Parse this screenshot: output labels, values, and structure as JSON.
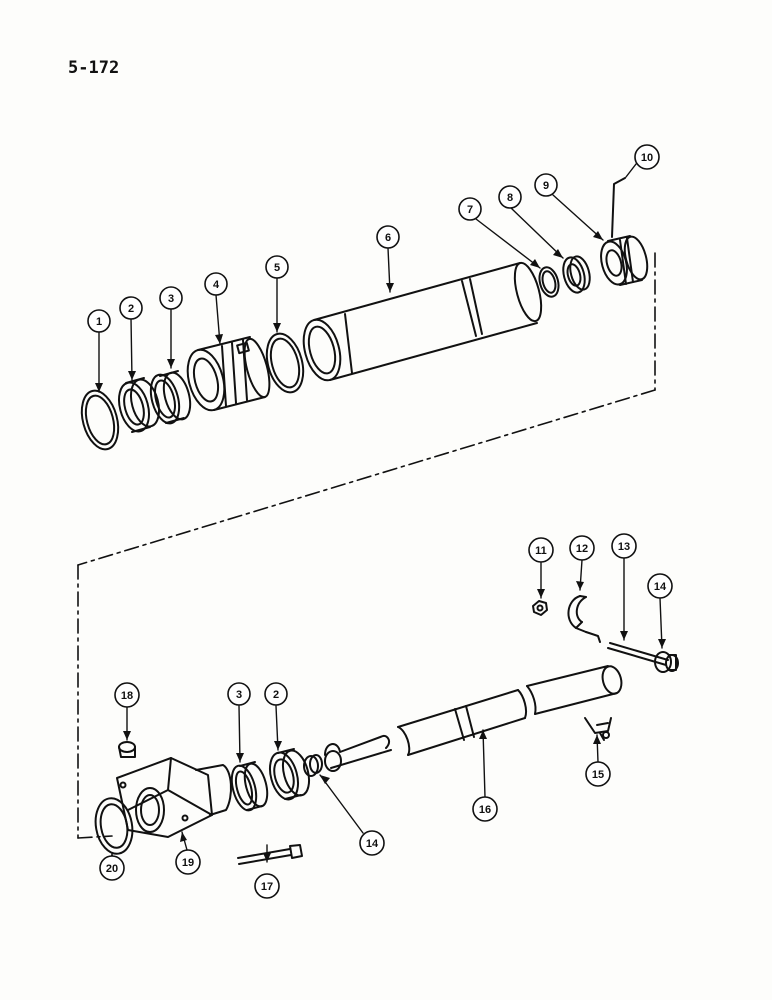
{
  "page_number": "5-172",
  "callouts": [
    {
      "id": "c1",
      "label": "1"
    },
    {
      "id": "c2",
      "label": "2"
    },
    {
      "id": "c3",
      "label": "3"
    },
    {
      "id": "c4",
      "label": "4"
    },
    {
      "id": "c5",
      "label": "5"
    },
    {
      "id": "c6",
      "label": "6"
    },
    {
      "id": "c7",
      "label": "7"
    },
    {
      "id": "c8",
      "label": "8"
    },
    {
      "id": "c9",
      "label": "9"
    },
    {
      "id": "c10",
      "label": "10"
    },
    {
      "id": "c11",
      "label": "11"
    },
    {
      "id": "c12",
      "label": "12"
    },
    {
      "id": "c13",
      "label": "13"
    },
    {
      "id": "c14a",
      "label": "14"
    },
    {
      "id": "c15",
      "label": "15"
    },
    {
      "id": "c16",
      "label": "16"
    },
    {
      "id": "c18",
      "label": "18"
    },
    {
      "id": "c3b",
      "label": "3"
    },
    {
      "id": "c2b",
      "label": "2"
    },
    {
      "id": "c14b",
      "label": "14"
    },
    {
      "id": "c20",
      "label": "20"
    },
    {
      "id": "c19",
      "label": "19"
    },
    {
      "id": "c17",
      "label": "17"
    }
  ]
}
